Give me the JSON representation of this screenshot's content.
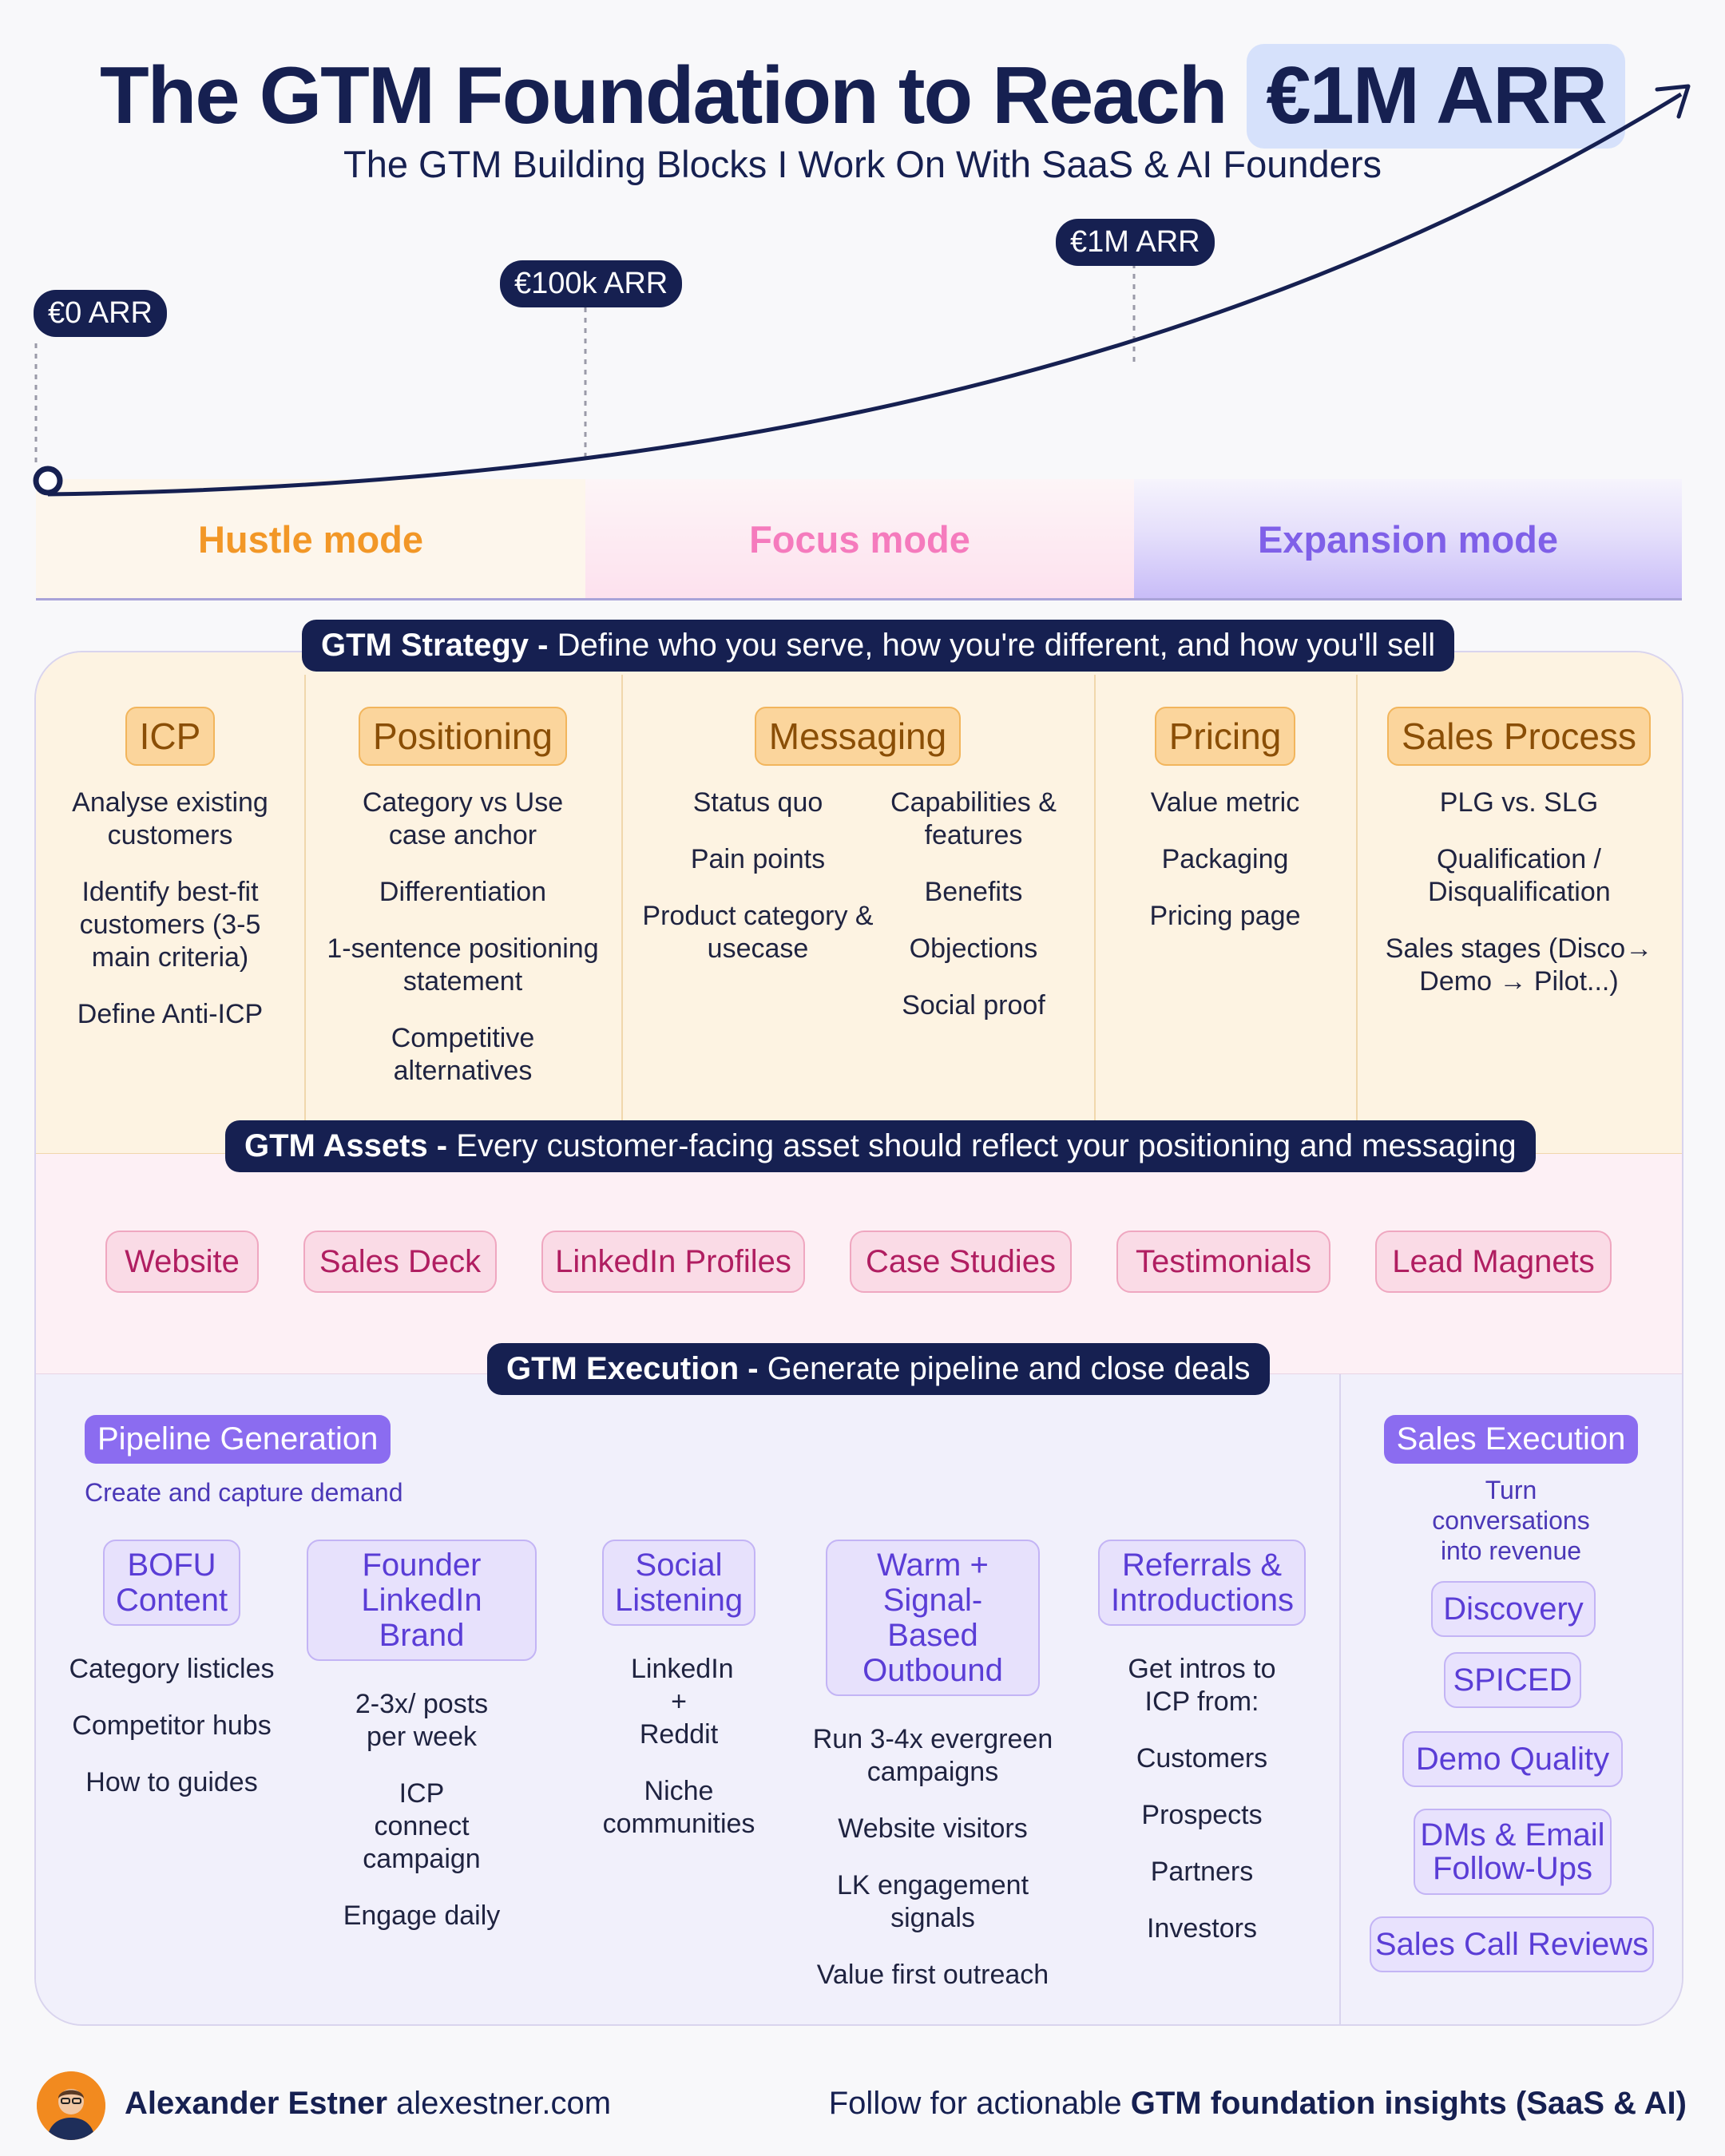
{
  "header": {
    "title": "The GTM Foundation to Reach",
    "title_highlight": "€1M ARR",
    "subtitle": "The GTM Building Blocks I Work On With SaaS & AI Founders"
  },
  "growth": {
    "milestones": [
      "€0 ARR",
      "€100k ARR",
      "€1M ARR"
    ],
    "modes": [
      "Hustle mode",
      "Focus mode",
      "Expansion mode"
    ]
  },
  "strategy": {
    "label_bold": "GTM Strategy -",
    "label_rest": " Define who you serve, how you're different, and how you'll sell",
    "icp": {
      "title": "ICP",
      "items": [
        "Analyse existing customers",
        "Identify best-fit customers (3-5 main criteria)",
        "Define Anti-ICP"
      ]
    },
    "positioning": {
      "title": "Positioning",
      "items": [
        "Category vs Use case anchor",
        "Differentiation",
        "1-sentence positioning statement",
        "Competitive alternatives"
      ]
    },
    "messaging": {
      "title": "Messaging",
      "items_left": [
        "Status quo",
        "Pain points",
        "Product category & usecase"
      ],
      "items_right": [
        "Capabilities & features",
        "Benefits",
        "Objections",
        "Social proof"
      ]
    },
    "pricing": {
      "title": "Pricing",
      "items": [
        "Value metric",
        "Packaging",
        "Pricing page"
      ]
    },
    "sales_process": {
      "title": "Sales Process",
      "items": [
        "PLG vs. SLG",
        "Qualification / Disqualification",
        "Sales stages (Disco→ Demo → Pilot...)"
      ]
    }
  },
  "assets": {
    "label_bold": "GTM Assets -",
    "label_rest": " Every customer-facing asset should reflect your positioning and messaging",
    "items": [
      "Website",
      "Sales Deck",
      "LinkedIn Profiles",
      "Case Studies",
      "Testimonials",
      "Lead Magnets"
    ]
  },
  "execution": {
    "label_bold": "GTM Execution -",
    "label_rest": " Generate pipeline and close deals",
    "pipeline": {
      "title": "Pipeline Generation",
      "subtitle": "Create and capture demand",
      "bofu": {
        "title": "BOFU Content",
        "items": [
          "Category listicles",
          "Competitor hubs",
          "How to guides"
        ]
      },
      "founder": {
        "title": "Founder LinkedIn Brand",
        "items": [
          "2-3x/ posts per week",
          "ICP connect campaign",
          "Engage daily"
        ]
      },
      "social": {
        "title": "Social Listening",
        "items": [
          "LinkedIn + Reddit",
          "Niche communities"
        ]
      },
      "outbound": {
        "title": "Warm + Signal-Based Outbound",
        "items": [
          "Run 3-4x evergreen campaigns",
          "Website visitors",
          "LK engagement signals",
          "Value first outreach"
        ]
      },
      "referrals": {
        "title": "Referrals & Introductions",
        "items": [
          "Get intros to ICP from:",
          "Customers",
          "Prospects",
          "Partners",
          "Investors"
        ]
      }
    },
    "sales": {
      "title": "Sales Execution",
      "subtitle": "Turn conversations into revenue",
      "items": [
        "Discovery",
        "SPICED",
        "Demo Quality",
        "DMs & Email Follow-Ups",
        "Sales Call Reviews"
      ]
    }
  },
  "footer": {
    "author": "Alexander Estner",
    "site": "alexestner.com",
    "cta_prefix": "Follow for actionable ",
    "cta_bold": "GTM foundation insights (SaaS & AI)"
  },
  "colors": {
    "navy": "#162051",
    "hustle": "#f29727",
    "focus": "#f57bbd",
    "expansion": "#7f60e8",
    "strategy_badge": "#fbd59c",
    "asset_pill": "#fadbe6",
    "execution_violet": "#8b6cf0"
  }
}
